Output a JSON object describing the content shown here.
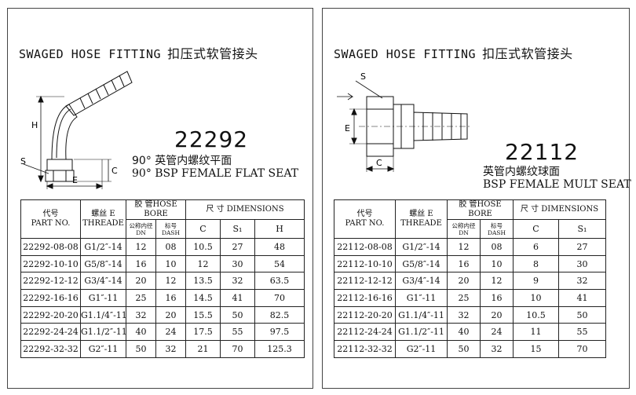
{
  "left": {
    "header": "SWAGED HOSE FITTING",
    "header_cn": "扣压式软管接头",
    "part_number": "22292",
    "desc_line1": "90° 英管内螺纹平面",
    "desc_line2": "90° BSP  FEMALE FLAT  SEAT",
    "dim_labels": {
      "h": "H",
      "s": "S",
      "c": "C",
      "e": "E"
    },
    "table": {
      "code_cn": "代号",
      "code_en": "PART NO.",
      "thread_cn": "螺丝 E",
      "thread_en": "THREADE",
      "hose_cn": "胶 管HOSE BORE",
      "dn_cn": "公称内径",
      "dn_en": "DN",
      "dash_cn": "标号",
      "dash_en": "DASH",
      "dim_cn": "尺 寸 DIMENSIONS",
      "col_c": "C",
      "col_s": "S₁",
      "col_h": "H",
      "rows": [
        [
          "22292-08-08",
          "G1/2″-14",
          "12",
          "08",
          "10.5",
          "27",
          "48"
        ],
        [
          "22292-10-10",
          "G5/8″-14",
          "16",
          "10",
          "12",
          "30",
          "54"
        ],
        [
          "22292-12-12",
          "G3/4″-14",
          "20",
          "12",
          "13.5",
          "32",
          "63.5"
        ],
        [
          "22292-16-16",
          "G1″-11",
          "25",
          "16",
          "14.5",
          "41",
          "70"
        ],
        [
          "22292-20-20",
          "G1.1/4″-11",
          "32",
          "20",
          "15.5",
          "50",
          "82.5"
        ],
        [
          "22292-24-24",
          "G1.1/2″-11",
          "40",
          "24",
          "17.5",
          "55",
          "97.5"
        ],
        [
          "22292-32-32",
          "G2″-11",
          "50",
          "32",
          "21",
          "70",
          "125.3"
        ]
      ]
    }
  },
  "right": {
    "header": "SWAGED HOSE FITTING",
    "header_cn": "扣压式软管接头",
    "part_number": "22112",
    "desc_line1": "英管内螺纹球面",
    "desc_line2": "BSP FEMALE MULT SEAT",
    "dim_labels": {
      "s": "S",
      "e": "E",
      "c": "C"
    },
    "table": {
      "code_cn": "代号",
      "code_en": "PART NO.",
      "thread_cn": "螺丝 E",
      "thread_en": "THREADE",
      "hose_cn": "胶 管HOSE BORE",
      "dn_cn": "公称内径",
      "dn_en": "DN",
      "dash_cn": "标号",
      "dash_en": "DASH",
      "dim_cn": "尺 寸 DIMENSIONS",
      "col_c": "C",
      "col_s": "S₁",
      "rows": [
        [
          "22112-08-08",
          "G1/2″-14",
          "12",
          "08",
          "6",
          "27"
        ],
        [
          "22112-10-10",
          "G5/8″-14",
          "16",
          "10",
          "8",
          "30"
        ],
        [
          "22112-12-12",
          "G3/4″-14",
          "20",
          "12",
          "9",
          "32"
        ],
        [
          "22112-16-16",
          "G1″-11",
          "25",
          "16",
          "10",
          "41"
        ],
        [
          "22112-20-20",
          "G1.1/4″-11",
          "32",
          "20",
          "10.5",
          "50"
        ],
        [
          "22112-24-24",
          "G1.1/2″-11",
          "40",
          "24",
          "11",
          "55"
        ],
        [
          "22112-32-32",
          "G2″-11",
          "50",
          "32",
          "15",
          "70"
        ]
      ]
    }
  }
}
